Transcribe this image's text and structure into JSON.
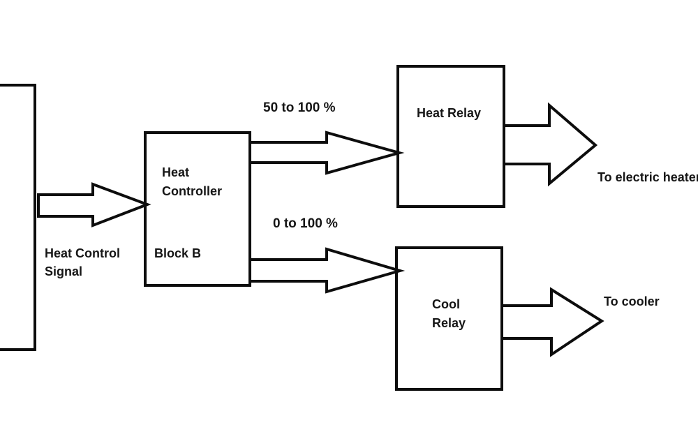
{
  "colors": {
    "background": "#ffffff",
    "line": "#0d0d0d",
    "text": "#161616"
  },
  "blocks": {
    "source": {
      "note": "partially visible box cut off at left edge"
    },
    "heat_controller": {
      "name_line1": "Heat",
      "name_line2": "Controller",
      "tag": "Block B"
    },
    "heat_relay": {
      "label": "Heat Relay"
    },
    "cool_relay": {
      "label_line1": "Cool",
      "label_line2": "Relay"
    }
  },
  "annotations": {
    "input_signal_line1": "Heat Control",
    "input_signal_line2": "Signal",
    "heat_range": "50 to 100 %",
    "cool_range": "0 to 100 %",
    "heater_target": "To electric heater",
    "cooler_target": "To cooler"
  }
}
